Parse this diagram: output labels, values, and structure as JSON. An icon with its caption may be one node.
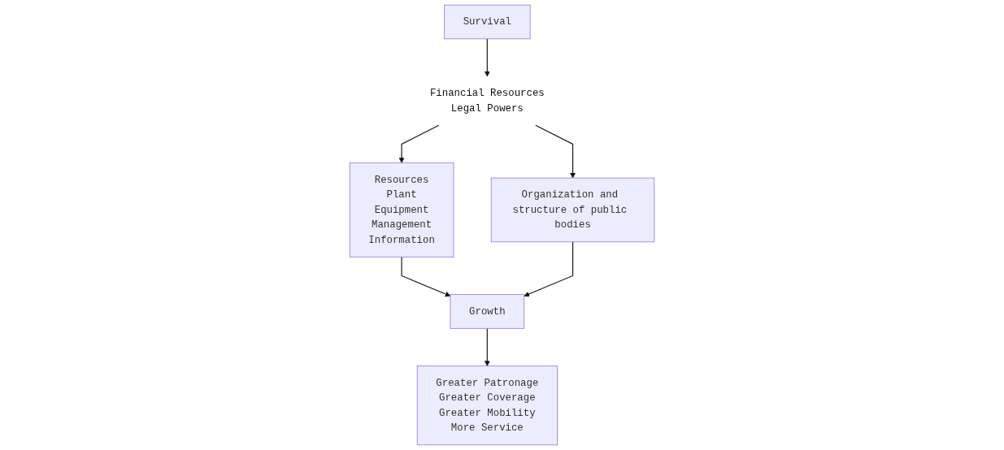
{
  "diagram": {
    "nodes": [
      {
        "text": [
          "Survival"
        ]
      },
      {
        "text": [
          "Financial Resources",
          "Legal Powers"
        ]
      },
      {
        "text": [
          "Resources",
          "Plant",
          "Equipment",
          "Management",
          "Information"
        ]
      },
      {
        "text": [
          "Organization and structure of public bodies"
        ]
      },
      {
        "text": [
          "Growth"
        ]
      },
      {
        "text": [
          "Greater Patronage",
          "Greater Coverage",
          "Greater Mobility",
          "More Service"
        ]
      }
    ],
    "edges": [
      {
        "from": 0,
        "to": 1,
        "arrow": "to"
      },
      {
        "from": 1,
        "to": 2,
        "arrow": "to"
      },
      {
        "from": 1,
        "to": 3,
        "arrow": "to"
      },
      {
        "from": 2,
        "to": 4,
        "arrow": "to"
      },
      {
        "from": 3,
        "to": 4,
        "arrow": "to"
      },
      {
        "from": 4,
        "to": 5,
        "arrow": "to"
      }
    ]
  }
}
